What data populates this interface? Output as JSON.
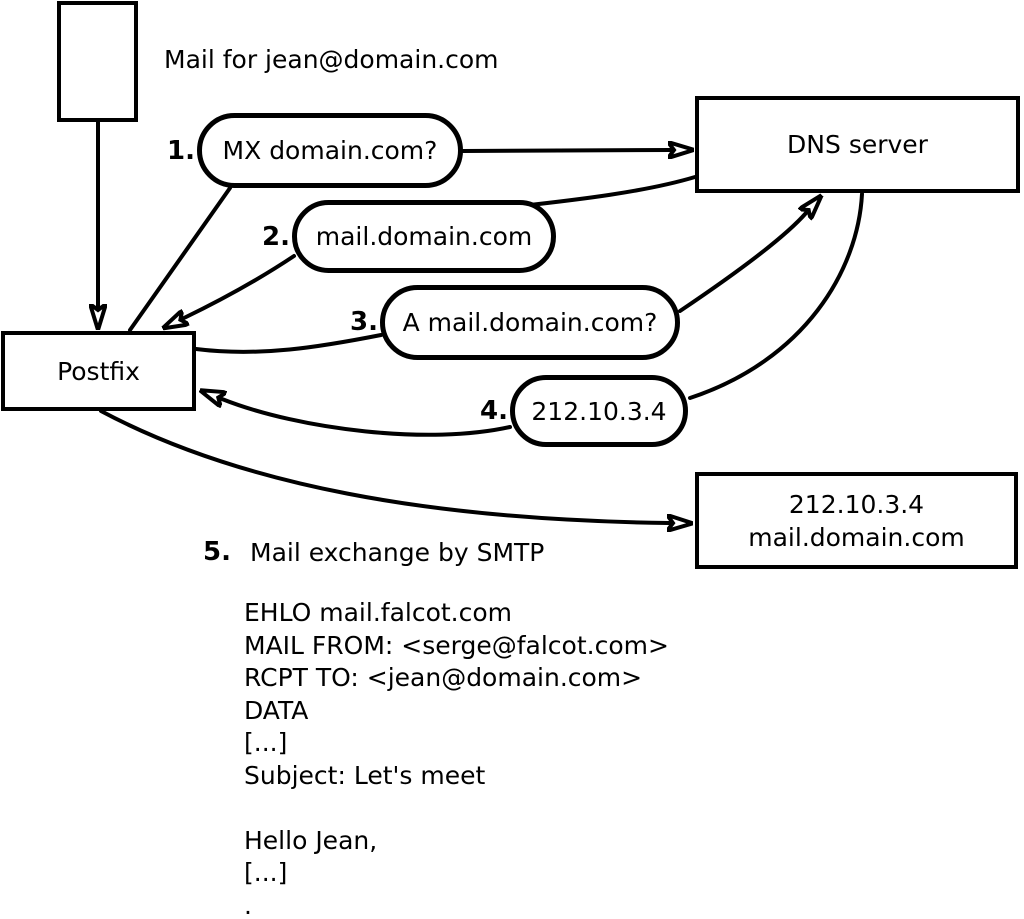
{
  "palette": {
    "ink": "#000000",
    "bg": "#ffffff"
  },
  "title": {
    "mail_caption": "Mail for jean@domain.com"
  },
  "nodes": {
    "postfix": "Postfix",
    "dns_server": "DNS server",
    "mail_server_ip": "212.10.3.4",
    "mail_server_host": "mail.domain.com"
  },
  "steps": [
    {
      "num": "1.",
      "label": "MX domain.com?"
    },
    {
      "num": "2.",
      "label": "mail.domain.com"
    },
    {
      "num": "3.",
      "label": "A mail.domain.com?"
    },
    {
      "num": "4.",
      "label": "212.10.3.4"
    },
    {
      "num": "5.",
      "label": "Mail exchange by SMTP"
    }
  ],
  "smtp": {
    "lines": [
      "EHLO mail.falcot.com",
      "MAIL FROM: <serge@falcot.com>",
      "RCPT TO: <jean@domain.com>",
      "DATA",
      "[...]",
      "Subject: Let's meet",
      "",
      "Hello Jean,",
      "[...]",
      "."
    ]
  }
}
